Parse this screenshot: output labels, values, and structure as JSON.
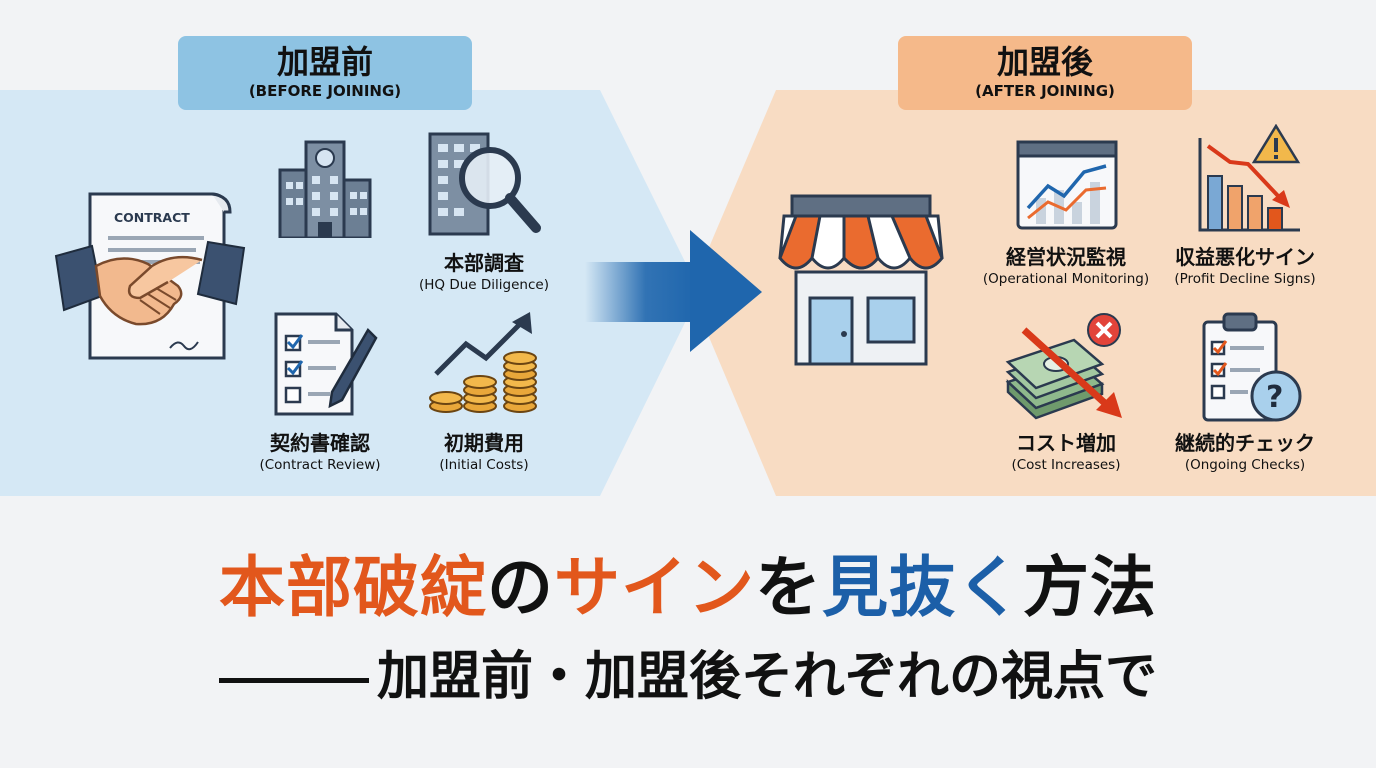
{
  "colors": {
    "before_panel": "#d5e8f5",
    "after_panel": "#f8dcc3",
    "before_header": "#8ec3e3",
    "after_header": "#f5b98a",
    "arrow": "#1f66ad",
    "title_orange": "#e2571c",
    "title_blue": "#1c5fa8",
    "title_black": "#111111"
  },
  "before": {
    "title_jp": "加盟前",
    "title_en": "(BEFORE JOINING)",
    "contract_label": "CONTRACT",
    "items": [
      {
        "icon": "magnifier-building-icon",
        "jp": "本部調査",
        "en": "(HQ Due Diligence)"
      },
      {
        "icon": "checklist-pen-icon",
        "jp": "契約書確認",
        "en": "(Contract Review)"
      },
      {
        "icon": "coins-growth-icon",
        "jp": "初期費用",
        "en": "(Initial Costs)"
      }
    ]
  },
  "after": {
    "title_jp": "加盟後",
    "title_en": "(AFTER JOINING)",
    "items": [
      {
        "icon": "monitor-chart-icon",
        "jp": "経営状況監視",
        "en": "(Operational Monitoring)"
      },
      {
        "icon": "declining-chart-warning-icon",
        "jp": "収益悪化サイン",
        "en": "(Profit Decline Signs)"
      },
      {
        "icon": "money-cost-icon",
        "jp": "コスト増加",
        "en": "(Cost Increases)"
      },
      {
        "icon": "clipboard-question-icon",
        "jp": "継続的チェック",
        "en": "(Ongoing Checks)"
      }
    ]
  },
  "title": {
    "line1": [
      {
        "text": "本部破綻",
        "color": "#e2571c"
      },
      {
        "text": "の",
        "color": "#111111"
      },
      {
        "text": "サイン",
        "color": "#e2571c"
      },
      {
        "text": "を",
        "color": "#111111"
      },
      {
        "text": "見抜く",
        "color": "#1c5fa8"
      },
      {
        "text": "方法",
        "color": "#111111"
      }
    ],
    "line2": "加盟前・加盟後それぞれの視点で"
  }
}
